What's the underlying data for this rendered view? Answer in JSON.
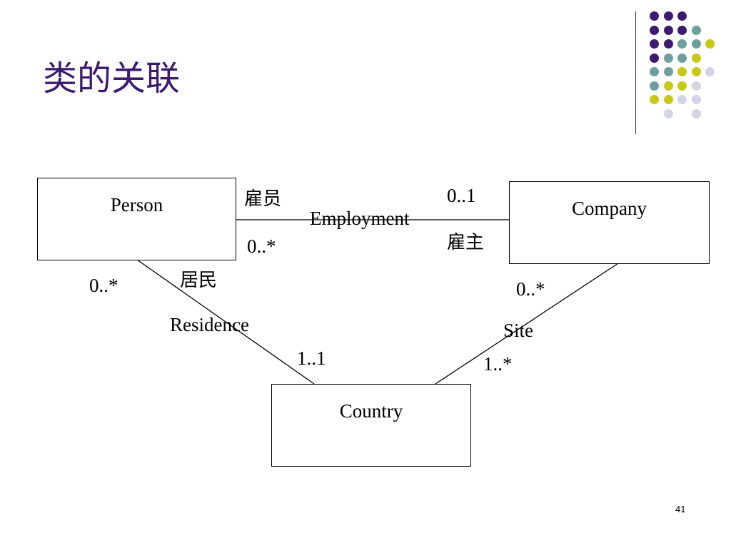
{
  "slide": {
    "title": "类的关联",
    "page_number": "41"
  },
  "decoration": {
    "dot_colors": {
      "purple": "#3c1a6e",
      "teal": "#6e9e9e",
      "yellow": "#c8c818",
      "lavender": "#d4d4e8"
    },
    "dot_grid": [
      [
        "purple",
        "purple",
        "purple",
        "",
        ""
      ],
      [
        "purple",
        "purple",
        "purple",
        "teal",
        ""
      ],
      [
        "purple",
        "purple",
        "teal",
        "teal",
        "yellow"
      ],
      [
        "purple",
        "teal",
        "teal",
        "yellow",
        ""
      ],
      [
        "teal",
        "teal",
        "yellow",
        "yellow",
        "lavender"
      ],
      [
        "teal",
        "yellow",
        "yellow",
        "lavender",
        ""
      ],
      [
        "yellow",
        "yellow",
        "lavender",
        "lavender",
        ""
      ],
      [
        "",
        "lavender",
        "",
        "lavender",
        ""
      ]
    ]
  },
  "diagram": {
    "classes": {
      "person": "Person",
      "company": "Company",
      "country": "Country"
    },
    "associations": {
      "employment": {
        "name": "Employment",
        "person_role": "雇员",
        "person_multiplicity": "0..*",
        "company_role": "雇主",
        "company_multiplicity": "0..1"
      },
      "residence": {
        "name": "Residence",
        "person_role": "居民",
        "person_multiplicity": "0..*",
        "country_multiplicity": "1..1"
      },
      "site": {
        "name": "Site",
        "company_multiplicity": "0..*",
        "country_multiplicity": "1..*"
      }
    }
  }
}
